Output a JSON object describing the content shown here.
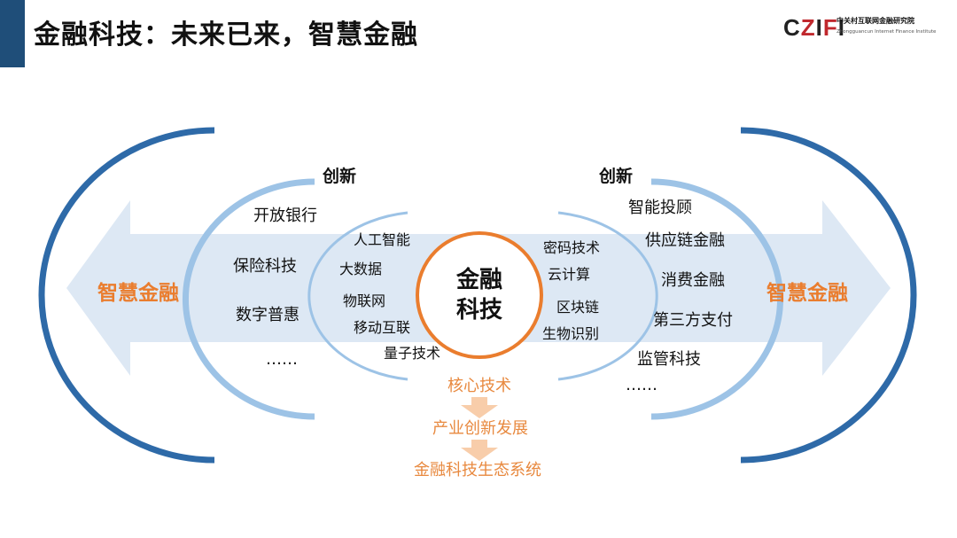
{
  "title": "金融科技：未来已来，智慧金融",
  "logo": {
    "mark": "CZIFI",
    "cn": "中关村互联网金融研究院",
    "en": "Zhongguancun Internet Finance Institute"
  },
  "colors": {
    "accent_bar": "#1f4e79",
    "outer_arc": "#2e6aa8",
    "inner_arc": "#9dc3e6",
    "arrow": "#dde8f4",
    "core_ring": "#ea7d2e",
    "orange_text": "#ea7d2e",
    "flow_arrow": "#f8cdaa"
  },
  "diagram": {
    "left_label": "智慧金融",
    "right_label": "智慧金融",
    "center": {
      "line1": "金融",
      "line2": "科技"
    },
    "left_innovation": {
      "heading": "创新",
      "items": [
        "开放银行",
        "保险科技",
        "数字普惠",
        "……"
      ]
    },
    "left_tech": [
      "人工智能",
      "大数据",
      "物联网",
      "移动互联",
      "量子技术"
    ],
    "right_tech": [
      "密码技术",
      "云计算",
      "区块链",
      "生物识别"
    ],
    "right_innovation": {
      "heading": "创新",
      "items": [
        "智能投顾",
        "供应链金融",
        "消费金融",
        "第三方支付",
        "监管科技",
        "……"
      ]
    },
    "chain": [
      "核心技术",
      "产业创新发展",
      "金融科技生态系统"
    ]
  }
}
